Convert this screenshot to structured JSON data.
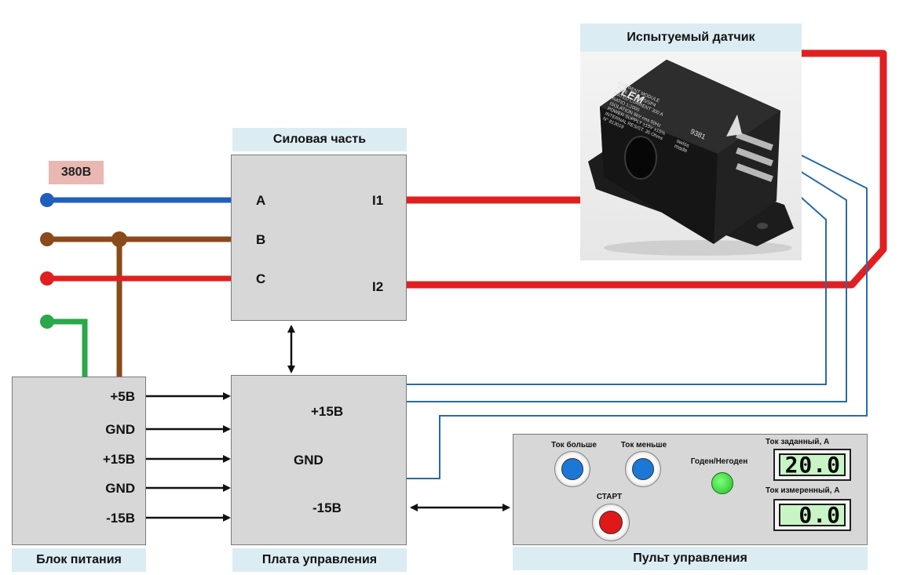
{
  "supply_badge": "380В",
  "power_section": {
    "title": "Силовая часть",
    "in_a": "A",
    "in_b": "B",
    "in_c": "C",
    "out_i1": "I1",
    "out_i2": "I2"
  },
  "sensor": {
    "title": "Испытуемый датчик",
    "brand": "LEM",
    "module_lines": [
      "CURRENT MODULE",
      "TYPE LT 300-S/SP4",
      "RATED CURRENT 300 A",
      "RATIO 1:2000",
      "ISOLATION 6kV rms 50Hz",
      "POWER SUPPLY ±15V ±15%",
      "INTERNAL RESIST. 35 Ohms"
    ],
    "serial": "N° 813019",
    "code": "9381",
    "origin": "swiss made"
  },
  "power_supply": {
    "title": "Блок питания",
    "outputs": [
      "+5В",
      "GND",
      "+15В",
      "GND",
      "-15В"
    ]
  },
  "control_board": {
    "title": "Плата управления",
    "plus15": "+15В",
    "gnd": "GND",
    "minus15": "-15В"
  },
  "control_panel": {
    "title": "Пульт управления",
    "btn_more": "Ток больше",
    "btn_less": "Ток меньше",
    "btn_start": "СТАРТ",
    "status_label": "Годен/Негоден",
    "set_current_label": "Ток заданный, А",
    "set_current_value": "20.0",
    "measured_current_label": "Ток измеренный, А",
    "measured_current_value": "0.0"
  },
  "colors": {
    "phase_a": "#1f5fc0",
    "phase_b": "#8a4a1a",
    "phase_c": "#e02020",
    "ground": "#2aa84a",
    "signal": "#2a6aa8",
    "button_blue": "#1b78d6",
    "button_red": "#e01818",
    "lamp_green": "#3cd83c"
  }
}
